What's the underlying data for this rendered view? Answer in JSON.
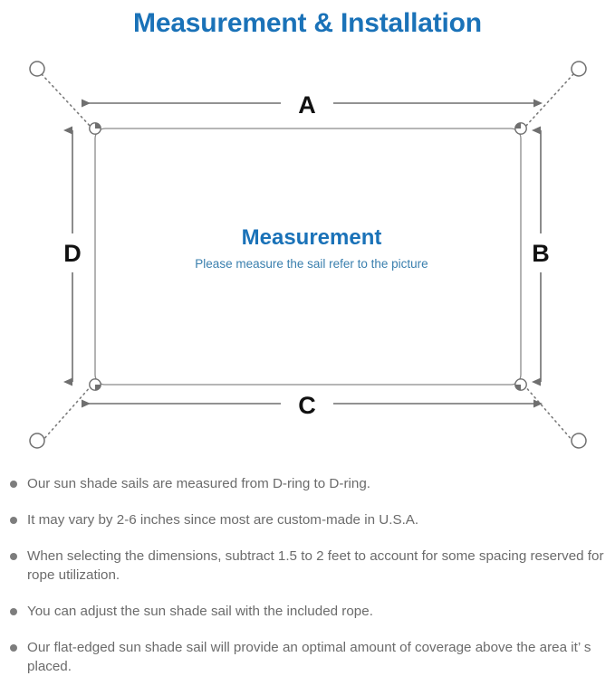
{
  "header": {
    "title": "Measurement & Installation",
    "title_color": "#1a72b8"
  },
  "diagram": {
    "name": "sun-shade-sail-measurement-diagram",
    "center_title": "Measurement",
    "center_subtitle": "Please measure the sail refer to the picture",
    "center_title_color": "#1a72b8",
    "center_subtitle_color": "#3a7fae",
    "line_color": "#6f6f6f",
    "sail_edge_color": "#8a8a8a",
    "dimension_labels": {
      "top": "A",
      "right": "B",
      "bottom": "C",
      "left": "D"
    },
    "anchor_count": 4,
    "d_ring_count": 4
  },
  "notes": [
    "Our sun shade sails are measured from D-ring to D-ring.",
    "It may vary by 2-6 inches since most are custom-made in U.S.A.",
    "When selecting the dimensions, subtract 1.5 to 2 feet to account for some spacing reserved for rope utilization.",
    "You can adjust the sun shade sail with the included rope.",
    "Our flat-edged sun shade sail will provide an optimal amount of coverage above the area it’  s placed."
  ]
}
